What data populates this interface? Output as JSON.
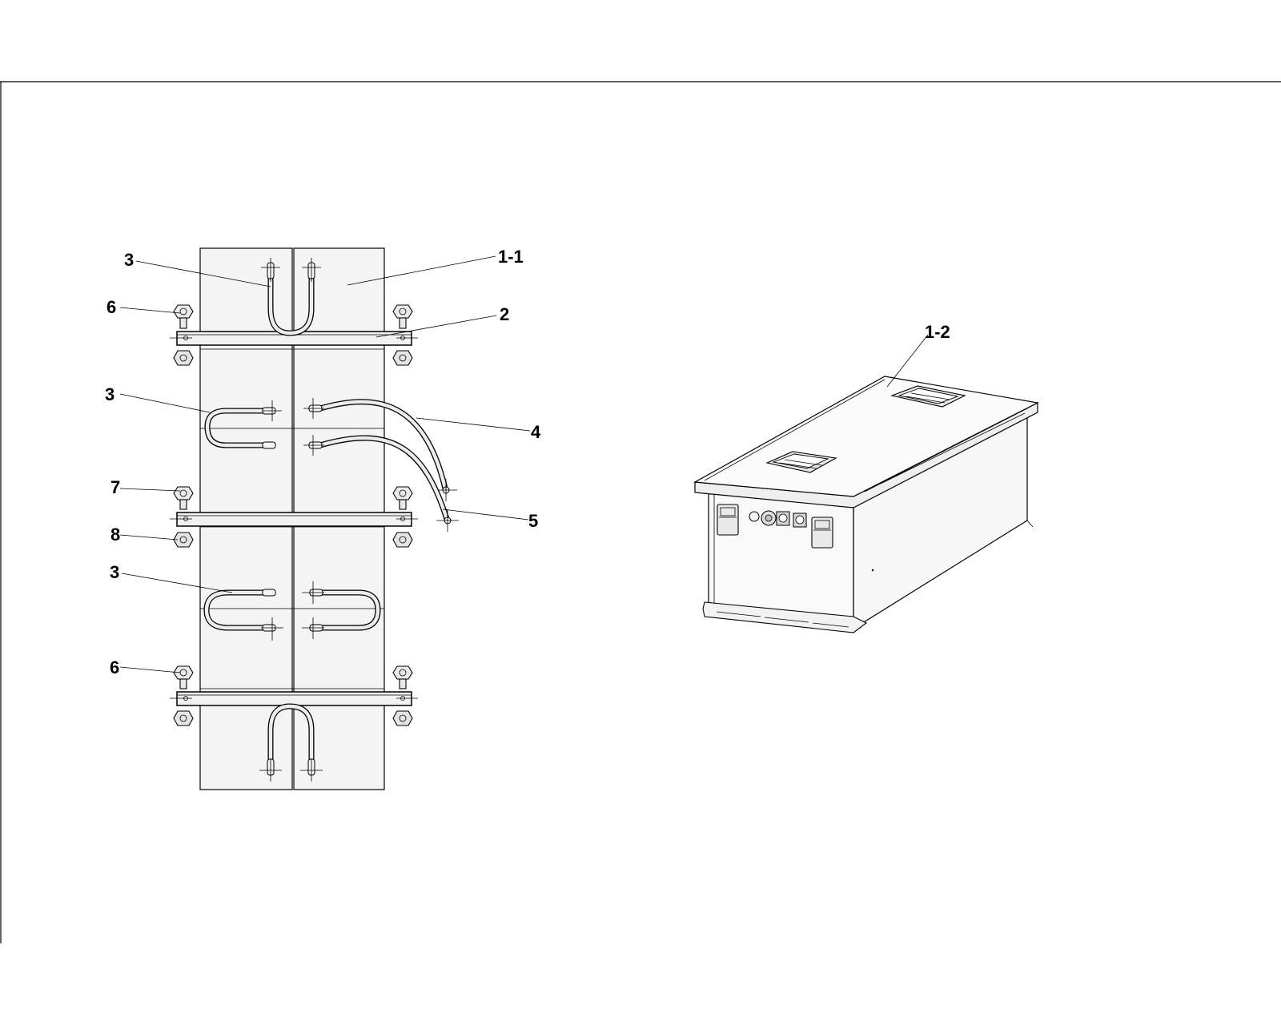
{
  "callouts": {
    "left": {
      "c3_top": "3",
      "c1_1": "1-1",
      "c6_top": "6",
      "c2": "2",
      "c3_mid": "3",
      "c4": "4",
      "c7": "7",
      "c5": "5",
      "c8": "8",
      "c3_low": "3",
      "c6_bottom": "6"
    },
    "right": {
      "c1_2": "1-2"
    }
  }
}
